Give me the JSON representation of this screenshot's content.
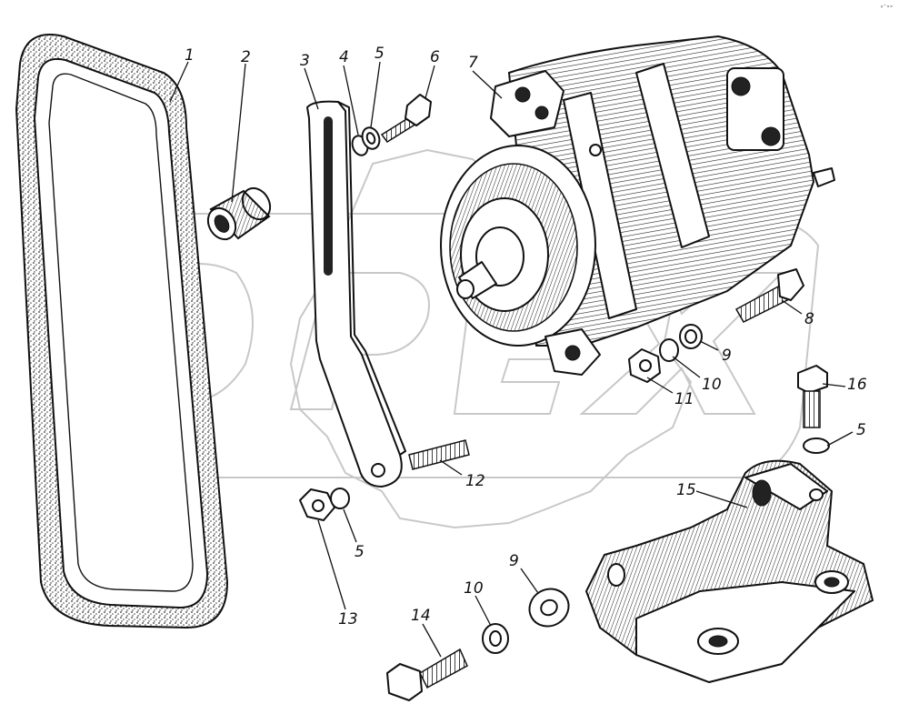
{
  "corner_mark": "ᵍ˜ᵐᵐ",
  "callouts": [
    {
      "label": "1"
    },
    {
      "label": "2"
    },
    {
      "label": "3"
    },
    {
      "label": "4"
    },
    {
      "label": "5"
    },
    {
      "label": "6"
    },
    {
      "label": "7"
    },
    {
      "label": "8"
    },
    {
      "label": "9"
    },
    {
      "label": "10"
    },
    {
      "label": "11"
    },
    {
      "label": "12"
    },
    {
      "label": "5"
    },
    {
      "label": "13"
    },
    {
      "label": "14"
    },
    {
      "label": "10"
    },
    {
      "label": "9"
    },
    {
      "label": "15"
    },
    {
      "label": "16"
    },
    {
      "label": "5"
    }
  ]
}
